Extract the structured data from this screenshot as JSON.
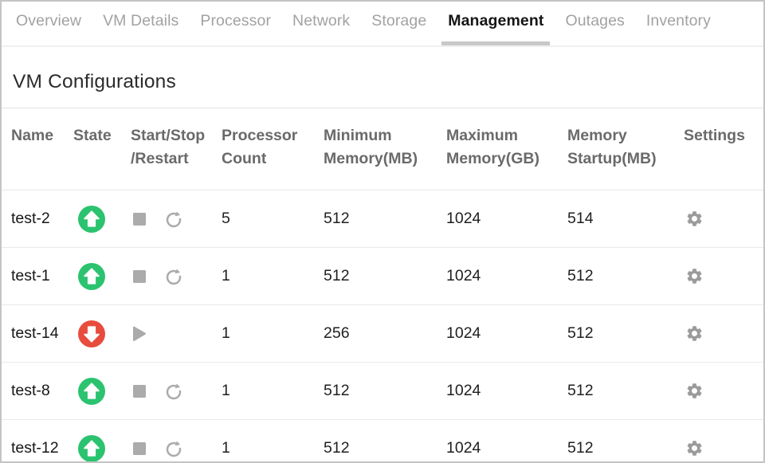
{
  "nav": {
    "tabs": [
      {
        "label": "Overview",
        "active": false
      },
      {
        "label": "VM Details",
        "active": false
      },
      {
        "label": "Processor",
        "active": false
      },
      {
        "label": "Network",
        "active": false
      },
      {
        "label": "Storage",
        "active": false
      },
      {
        "label": "Management",
        "active": true
      },
      {
        "label": "Outages",
        "active": false
      },
      {
        "label": "Inventory",
        "active": false
      }
    ]
  },
  "page": {
    "title": "VM Configurations"
  },
  "table": {
    "columns": [
      {
        "line1": "Name",
        "line2": ""
      },
      {
        "line1": "State",
        "line2": ""
      },
      {
        "line1": "Start/Stop",
        "line2": "/Restart"
      },
      {
        "line1": "Processor",
        "line2": "Count"
      },
      {
        "line1": "Minimum",
        "line2": "Memory(MB)"
      },
      {
        "line1": "Maximum",
        "line2": "Memory(GB)"
      },
      {
        "line1": "Memory",
        "line2": "Startup(MB)"
      },
      {
        "line1": "Settings",
        "line2": ""
      }
    ],
    "rows": [
      {
        "name": "test-2",
        "state": "up",
        "actions": [
          "stop",
          "restart"
        ],
        "processor_count": "5",
        "min_memory_mb": "512",
        "max_memory_gb": "1024",
        "memory_startup_mb": "514",
        "settings": "gear"
      },
      {
        "name": "test-1",
        "state": "up",
        "actions": [
          "stop",
          "restart"
        ],
        "processor_count": "1",
        "min_memory_mb": "512",
        "max_memory_gb": "1024",
        "memory_startup_mb": "512",
        "settings": "gear"
      },
      {
        "name": "test-14",
        "state": "down",
        "actions": [
          "start"
        ],
        "processor_count": "1",
        "min_memory_mb": "256",
        "max_memory_gb": "1024",
        "memory_startup_mb": "512",
        "settings": "gear"
      },
      {
        "name": "test-8",
        "state": "up",
        "actions": [
          "stop",
          "restart"
        ],
        "processor_count": "1",
        "min_memory_mb": "512",
        "max_memory_gb": "1024",
        "memory_startup_mb": "512",
        "settings": "gear"
      },
      {
        "name": "test-12",
        "state": "up",
        "actions": [
          "stop",
          "restart"
        ],
        "processor_count": "1",
        "min_memory_mb": "512",
        "max_memory_gb": "1024",
        "memory_startup_mb": "512",
        "settings": "gear"
      }
    ]
  },
  "colors": {
    "state_up": "#2bc36f",
    "state_down": "#e84c3d",
    "icon_gray": "#ababab",
    "gear_gray": "#9b9b9b",
    "active_tab_underline": "#c8c8c8"
  }
}
